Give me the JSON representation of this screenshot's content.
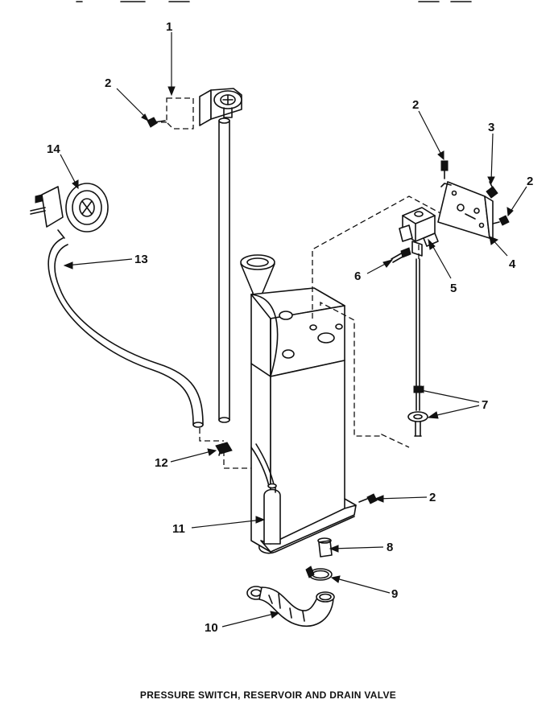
{
  "caption": "PRESSURE SWITCH, RESERVOIR AND DRAIN VALVE",
  "callouts": {
    "c1": "1",
    "c2a": "2",
    "c2b": "2",
    "c2c": "2",
    "c2d": "2",
    "c3": "3",
    "c4": "4",
    "c5": "5",
    "c6": "6",
    "c7": "7",
    "c8": "8",
    "c9": "9",
    "c10": "10",
    "c11": "11",
    "c12": "12",
    "c13": "13",
    "c14": "14"
  },
  "colors": {
    "ink": "#111111",
    "paper": "#ffffff"
  }
}
